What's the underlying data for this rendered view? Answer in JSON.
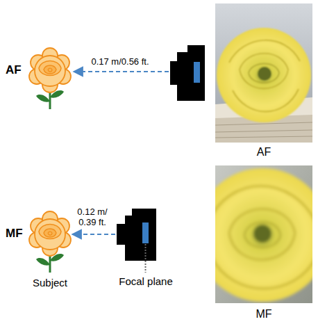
{
  "diagram": {
    "labels": [
      "AF",
      "0.17 m/0.56 ft.",
      "AF",
      "MF",
      "0.12 m/ 0.39 ft.",
      "MF",
      "Subject",
      "Focal plane"
    ]
  }
}
